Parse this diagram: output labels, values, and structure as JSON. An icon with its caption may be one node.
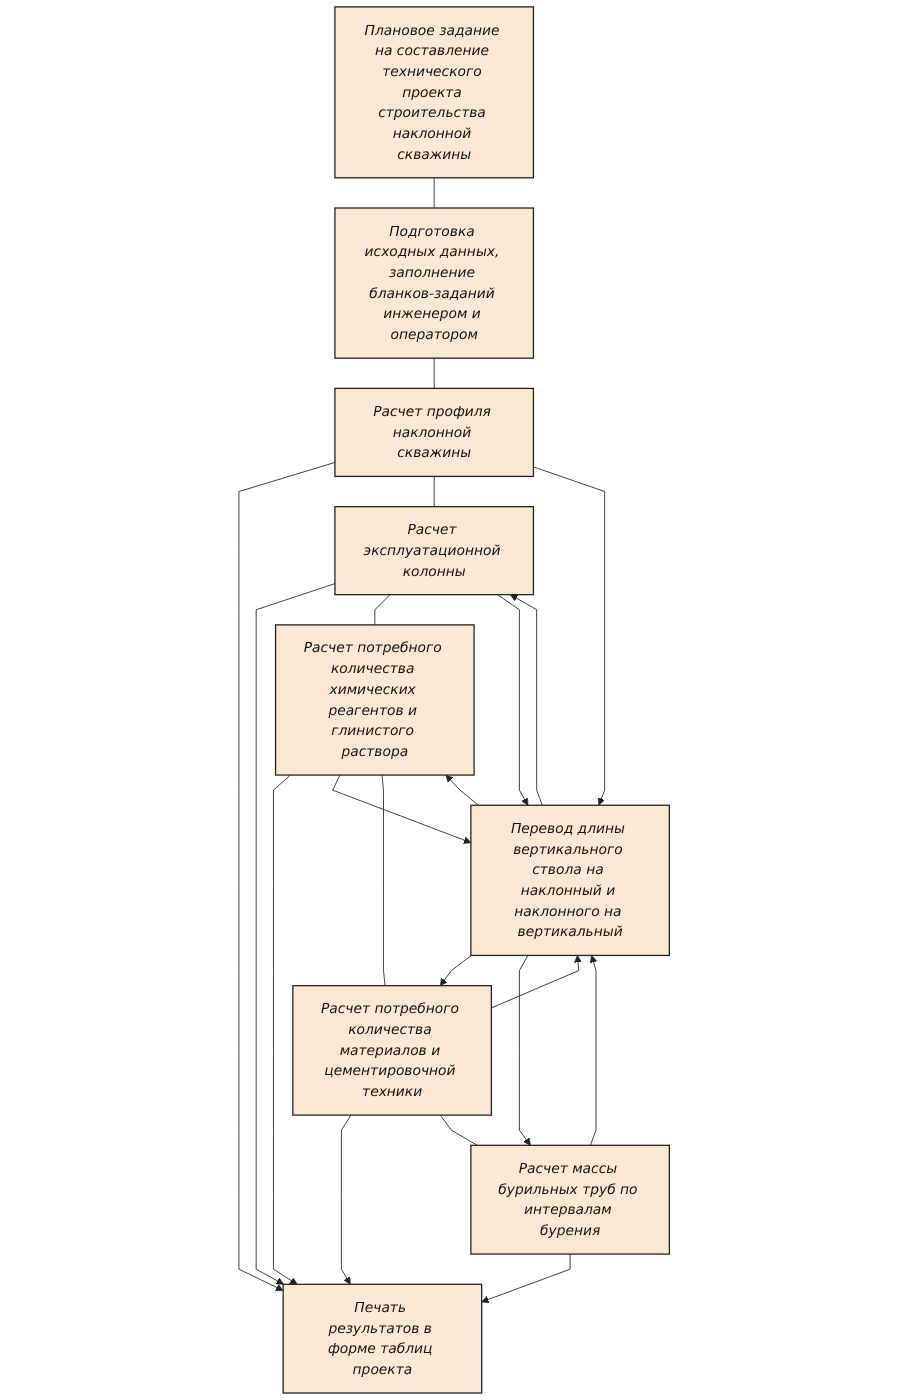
{
  "diagram": {
    "nodes": [
      {
        "text": [
          "Плановое задание на составление технического проекта строительства наклонной скважины"
        ]
      },
      {
        "text": [
          "Подготовка исходных данных, заполнение бланков-заданий инженером и оператором"
        ]
      },
      {
        "text": [
          "Расчет профиля наклонной скважины"
        ]
      },
      {
        "text": [
          "Расчет эксплуатационной колонны"
        ]
      },
      {
        "text": [
          "Печать результатов в форме таблиц проекта"
        ]
      },
      {
        "text": [
          "Расчет потребного количества химических реагентов и глинистого раствора"
        ]
      },
      {
        "text": [
          "Перевод длины вертикального ствола на наклонный и наклонного на вертикальный"
        ]
      },
      {
        "text": [
          "Расчет потребного количества материалов и цементировочной техники"
        ]
      },
      {
        "text": [
          "Расчет массы бурильных труб по интервалам бурения"
        ]
      }
    ],
    "edges": [
      {
        "from": 0,
        "to": 1,
        "arrow": "none"
      },
      {
        "from": 1,
        "to": 2,
        "arrow": "none"
      },
      {
        "from": 2,
        "to": 4,
        "arrow": "to"
      },
      {
        "from": 2,
        "to": 3,
        "arrow": "none"
      },
      {
        "from": 2,
        "to": 6,
        "arrow": "to"
      },
      {
        "from": 3,
        "to": 4,
        "arrow": "to"
      },
      {
        "from": 3,
        "to": 5,
        "arrow": "none"
      },
      {
        "from": 3,
        "to": 6,
        "arrow": "to"
      },
      {
        "from": 6,
        "to": 3,
        "arrow": "to"
      },
      {
        "from": 5,
        "to": 4,
        "arrow": "to"
      },
      {
        "from": 6,
        "to": 5,
        "arrow": "to"
      },
      {
        "from": 5,
        "to": 6,
        "arrow": "to"
      },
      {
        "from": 5,
        "to": 7,
        "arrow": "none"
      },
      {
        "from": 7,
        "to": 4,
        "arrow": "to"
      },
      {
        "from": 7,
        "to": 6,
        "arrow": "to"
      },
      {
        "from": 6,
        "to": 7,
        "arrow": "to"
      },
      {
        "from": 7,
        "to": 8,
        "arrow": "none"
      },
      {
        "from": 8,
        "to": 4,
        "arrow": "to"
      },
      {
        "from": 8,
        "to": 6,
        "arrow": "to"
      },
      {
        "from": 6,
        "to": 8,
        "arrow": "to"
      }
    ]
  }
}
